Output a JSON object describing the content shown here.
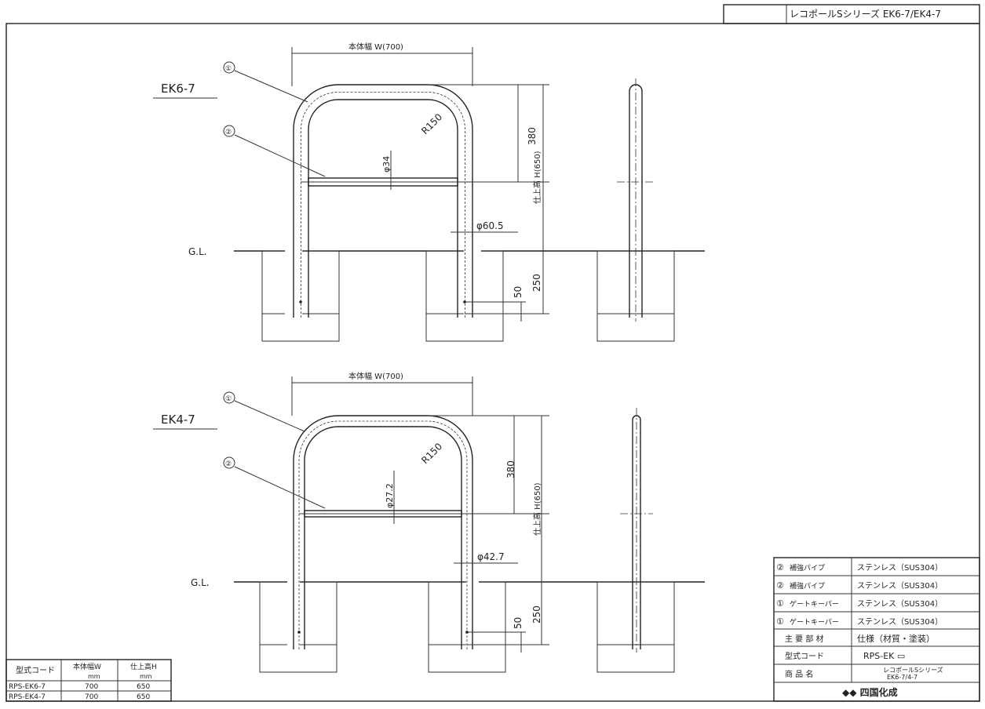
{
  "title_block": {
    "series_title": "レコポールSシリーズ  EK6-7/EK4-7"
  },
  "labels": {
    "gl": "G.L.",
    "part1": "①",
    "part2": "②"
  },
  "views": [
    {
      "model": "EK6-7",
      "width_label": "本体幅  W(700)",
      "radius_label": "R150",
      "crossbar_label": "φ34",
      "span_label": "380",
      "height_label": "仕上高  H(650)",
      "pipe_label": "φ60.5",
      "embed_label": "250",
      "bottom_label": "50"
    },
    {
      "model": "EK4-7",
      "width_label": "本体幅  W(700)",
      "radius_label": "R150",
      "crossbar_label": "φ27.2",
      "span_label": "380",
      "height_label": "仕上高  H(650)",
      "pipe_label": "φ42.7",
      "embed_label": "250",
      "bottom_label": "50"
    }
  ],
  "parts_table": {
    "rows": [
      {
        "no": "②",
        "name": "補強パイプ",
        "spec": "ステンレス（SUS304）"
      },
      {
        "no": "②",
        "name": "補強パイプ",
        "spec": "ステンレス（SUS304）"
      },
      {
        "no": "①",
        "name": "ゲートキーパー",
        "spec": "ステンレス（SUS304）"
      },
      {
        "no": "①",
        "name": "ゲートキーパー",
        "spec": "ステンレス（SUS304）"
      }
    ],
    "header": {
      "name": "主 要 部 材",
      "spec": "仕様（材質・塗装）"
    },
    "code": {
      "label": "型式コード",
      "value": "RPS-EK ▭"
    },
    "product": {
      "label": "商  品  名",
      "value_line1": "レコポールSシリーズ",
      "value_line2": "EK6-7/4-7"
    },
    "logo": "◆◆ 四国化成"
  },
  "spec_table": {
    "headers": [
      "型式コード",
      "本体幅W",
      "仕上高H"
    ],
    "units": [
      "mm",
      "mm"
    ],
    "rows": [
      {
        "code": "RPS-EK6-7",
        "w": "700",
        "h": "650"
      },
      {
        "code": "RPS-EK4-7",
        "w": "700",
        "h": "650"
      }
    ]
  }
}
